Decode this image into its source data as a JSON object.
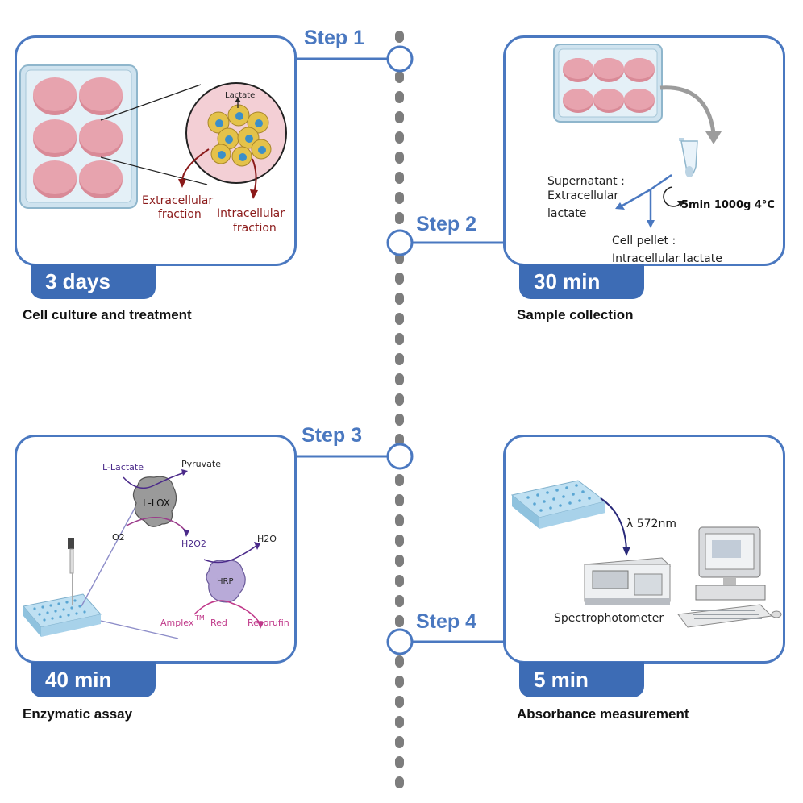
{
  "steps": {
    "step1": {
      "label": "Step 1",
      "duration": "3 days",
      "caption": "Cell culture and treatment"
    },
    "step2": {
      "label": "Step 2",
      "duration": "30 min",
      "caption": "Sample collection"
    },
    "step3": {
      "label": "Step 3",
      "duration": "40 min",
      "caption": "Enzymatic assay"
    },
    "step4": {
      "label": "Step 4",
      "duration": "5 min",
      "caption": "Absorbance measurement"
    }
  },
  "panel1": {
    "lactate": "Lactate",
    "extracellular_1": "Extracellular",
    "extracellular_2": "fraction",
    "intracellular_1": "Intracellular",
    "intracellular_2": "fraction"
  },
  "panel2": {
    "supernatant_1": "Supernatant :",
    "supernatant_2": "Extracellular",
    "supernatant_3": "lactate",
    "centrifuge": "5min 1000g 4°C",
    "pellet_1": "Cell pellet :",
    "pellet_2": "Intracellular lactate"
  },
  "panel3": {
    "l_lactate": "L-Lactate",
    "pyruvate": "Pyruvate",
    "l_lox": "L-LOX",
    "o2": "O2",
    "h2o2": "H2O2",
    "h2o": "H2O",
    "hrp": "HRP",
    "amplex": "Amplex",
    "tm": "TM",
    "red": "Red",
    "resorufin": "Resorufin"
  },
  "panel4": {
    "wavelength": "λ 572nm",
    "spectrophotometer": "Spectrophotometer"
  },
  "colors": {
    "accent": "#4a78c0",
    "tab": "#3d6cb5",
    "well": "#d98a97",
    "arrow_red": "#8b1a1a",
    "magenta": "#c0398a",
    "purple": "#4b2a8a"
  }
}
